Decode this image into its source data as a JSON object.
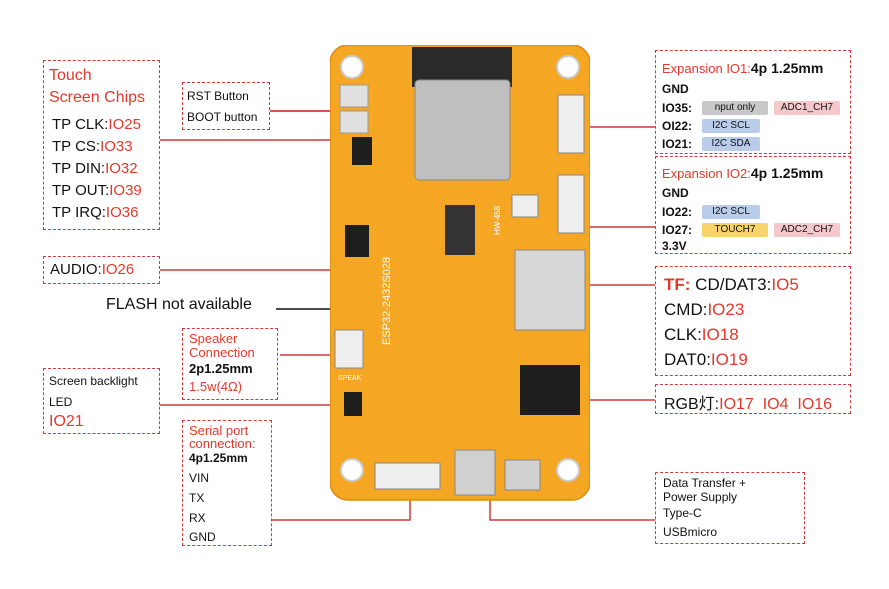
{
  "touch": {
    "title_line1": "Touch",
    "title_line2": "Screen Chips",
    "rows": [
      {
        "label": "TP CLK:",
        "io": "IO25"
      },
      {
        "label": "TP CS:",
        "io": "IO33"
      },
      {
        "label": "TP DIN:",
        "io": "IO32"
      },
      {
        "label": "TP OUT:",
        "io": "IO39"
      },
      {
        "label": "TP IRQ:",
        "io": "IO36"
      }
    ]
  },
  "buttons": {
    "rst": "RST Button",
    "boot": "BOOT button"
  },
  "audio": {
    "label": "AUDIO:",
    "io": "IO26"
  },
  "flash": "FLASH not available",
  "speaker": {
    "title1": "Speaker",
    "title2": "Connection",
    "spec": "2p1.25mm",
    "power": "1.5w(4Ω)"
  },
  "backlight": {
    "line1": "Screen backlight",
    "line2": "LED",
    "io": "IO21"
  },
  "serial": {
    "title1": "Serial port",
    "title2": "connection:",
    "spec": "4p1.25mm",
    "pins": [
      "VIN",
      "TX",
      "RX",
      "GND"
    ]
  },
  "exp1": {
    "title": "Expansion IO1:",
    "spec": "4p 1.25mm",
    "rows": [
      {
        "pin": "GND",
        "tag1": "",
        "tag2": ""
      },
      {
        "pin": "IO35:",
        "tag1": "nput only",
        "tag2": "ADC1_CH7"
      },
      {
        "pin": "OI22:",
        "tag1": "I2C SCL",
        "tag2": ""
      },
      {
        "pin": "IO21:",
        "tag1": "I2C SDA",
        "tag2": ""
      }
    ]
  },
  "exp2": {
    "title": "Expansion IO2:",
    "spec": "4p 1.25mm",
    "rows": [
      {
        "pin": "GND",
        "tag1": "",
        "tag2": ""
      },
      {
        "pin": "IO22:",
        "tag1": "I2C SCL",
        "tag2": ""
      },
      {
        "pin": "IO27:",
        "tag1": "TOUCH7",
        "tag2": "ADC2_CH7"
      },
      {
        "pin": "3.3V",
        "tag1": "",
        "tag2": ""
      }
    ]
  },
  "tf": {
    "title": "TF:",
    "rows": [
      {
        "label": "CD/DAT3:",
        "io": "IO5"
      },
      {
        "label": "CMD:",
        "io": "IO23"
      },
      {
        "label": "CLK:",
        "io": "IO18"
      },
      {
        "label": "DAT0:",
        "io": "IO19"
      }
    ]
  },
  "rgb": {
    "label": "RGB灯:",
    "io1": "IO17",
    "io2": "IO4",
    "io3": "IO16"
  },
  "power": {
    "line1": "Data Transfer +",
    "line2": "Power Supply",
    "line3": "Type-C",
    "line4": "USBmicro"
  },
  "board_silk": {
    "model": "ESP32-2432S028",
    "module": "HW-458",
    "speaker": "SPEAK"
  },
  "colors": {
    "board": "#f5a623",
    "accent": "#e5382b",
    "frame": "#d23a3a"
  }
}
